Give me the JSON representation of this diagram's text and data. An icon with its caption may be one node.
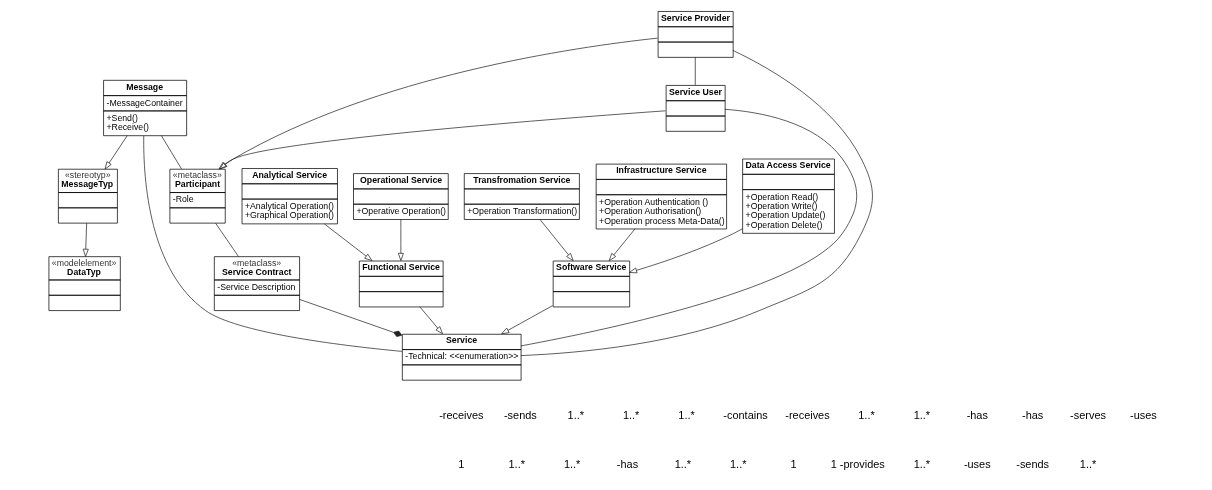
{
  "diagram": {
    "nodes": [
      {
        "text": [
          "Message",
          "-MessageContainer",
          "+Send()",
          "+Receive()"
        ]
      },
      {
        "text": [
          "«stereotyp»",
          "MessageTyp"
        ]
      },
      {
        "text": [
          "Analytical Service",
          "+Analytical Operation()",
          "+Graphical Operation()"
        ]
      },
      {
        "text": [
          "Operational Service",
          "+Operative Operation()"
        ]
      },
      {
        "text": [
          "«metaclass»",
          "Participant",
          "-Role"
        ]
      },
      {
        "text": [
          "«modelelement»",
          "DataTyp"
        ]
      },
      {
        "text": [
          "Functional Service"
        ]
      },
      {
        "text": [
          "Software Service"
        ]
      },
      {
        "text": [
          "Transfromation Service",
          "+Operation Transformation()"
        ]
      },
      {
        "text": [
          "«metaclass»",
          "Service Contract",
          "-Service Description"
        ]
      },
      {
        "text": [
          "Service Provider"
        ]
      },
      {
        "text": [
          "Service User"
        ]
      },
      {
        "text": [
          "Infrastructure Service",
          "+Operation Authentication ()",
          "+Operation Authorisation()",
          "+Operation process Meta-Data()"
        ]
      },
      {
        "text": [
          "Data Access Service",
          "+Operation Read()",
          "+Operation Write()",
          "+Operation Update()",
          "+Operation Delete()"
        ]
      },
      {
        "text": [
          "Service",
          "-Technical: <<enumeration>>"
        ]
      }
    ],
    "edges": [
      {
        "from": 0,
        "to": 1,
        "arrow": "to"
      },
      {
        "from": 1,
        "to": 5,
        "arrow": "to"
      },
      {
        "from": 0,
        "to": 14,
        "arrow": "none"
      },
      {
        "from": 0,
        "to": 4,
        "arrow": "none"
      },
      {
        "from": 4,
        "to": 9,
        "arrow": "none"
      },
      {
        "from": 10,
        "to": 4,
        "arrow": "to"
      },
      {
        "from": 11,
        "to": 4,
        "arrow": "to"
      },
      {
        "from": 9,
        "to": 14,
        "arrow": "other"
      },
      {
        "from": 10,
        "to": 14,
        "arrow": "none"
      },
      {
        "from": 10,
        "to": 11,
        "arrow": "none"
      },
      {
        "from": 11,
        "to": 14,
        "arrow": "none"
      },
      {
        "from": 2,
        "to": 6,
        "arrow": "to"
      },
      {
        "from": 3,
        "to": 6,
        "arrow": "to"
      },
      {
        "from": 6,
        "to": 14,
        "arrow": "to"
      },
      {
        "from": 7,
        "to": 14,
        "arrow": "to"
      },
      {
        "from": 12,
        "to": 7,
        "arrow": "to"
      },
      {
        "from": 13,
        "to": 7,
        "arrow": "to"
      },
      {
        "from": 8,
        "to": 7,
        "arrow": "to"
      }
    ],
    "labels": [
      "-receives",
      "-sends",
      "1..*",
      "1..*",
      "1..*",
      "-contains",
      "-receives",
      "1..*",
      "1..*",
      "-has",
      "-has",
      "-serves",
      "-uses",
      "1",
      "1..*",
      "1..*",
      "-has",
      "1..*",
      "1..*",
      "1",
      "1 -provides",
      "1..*",
      "-uses",
      "-sends",
      "1..*"
    ]
  }
}
